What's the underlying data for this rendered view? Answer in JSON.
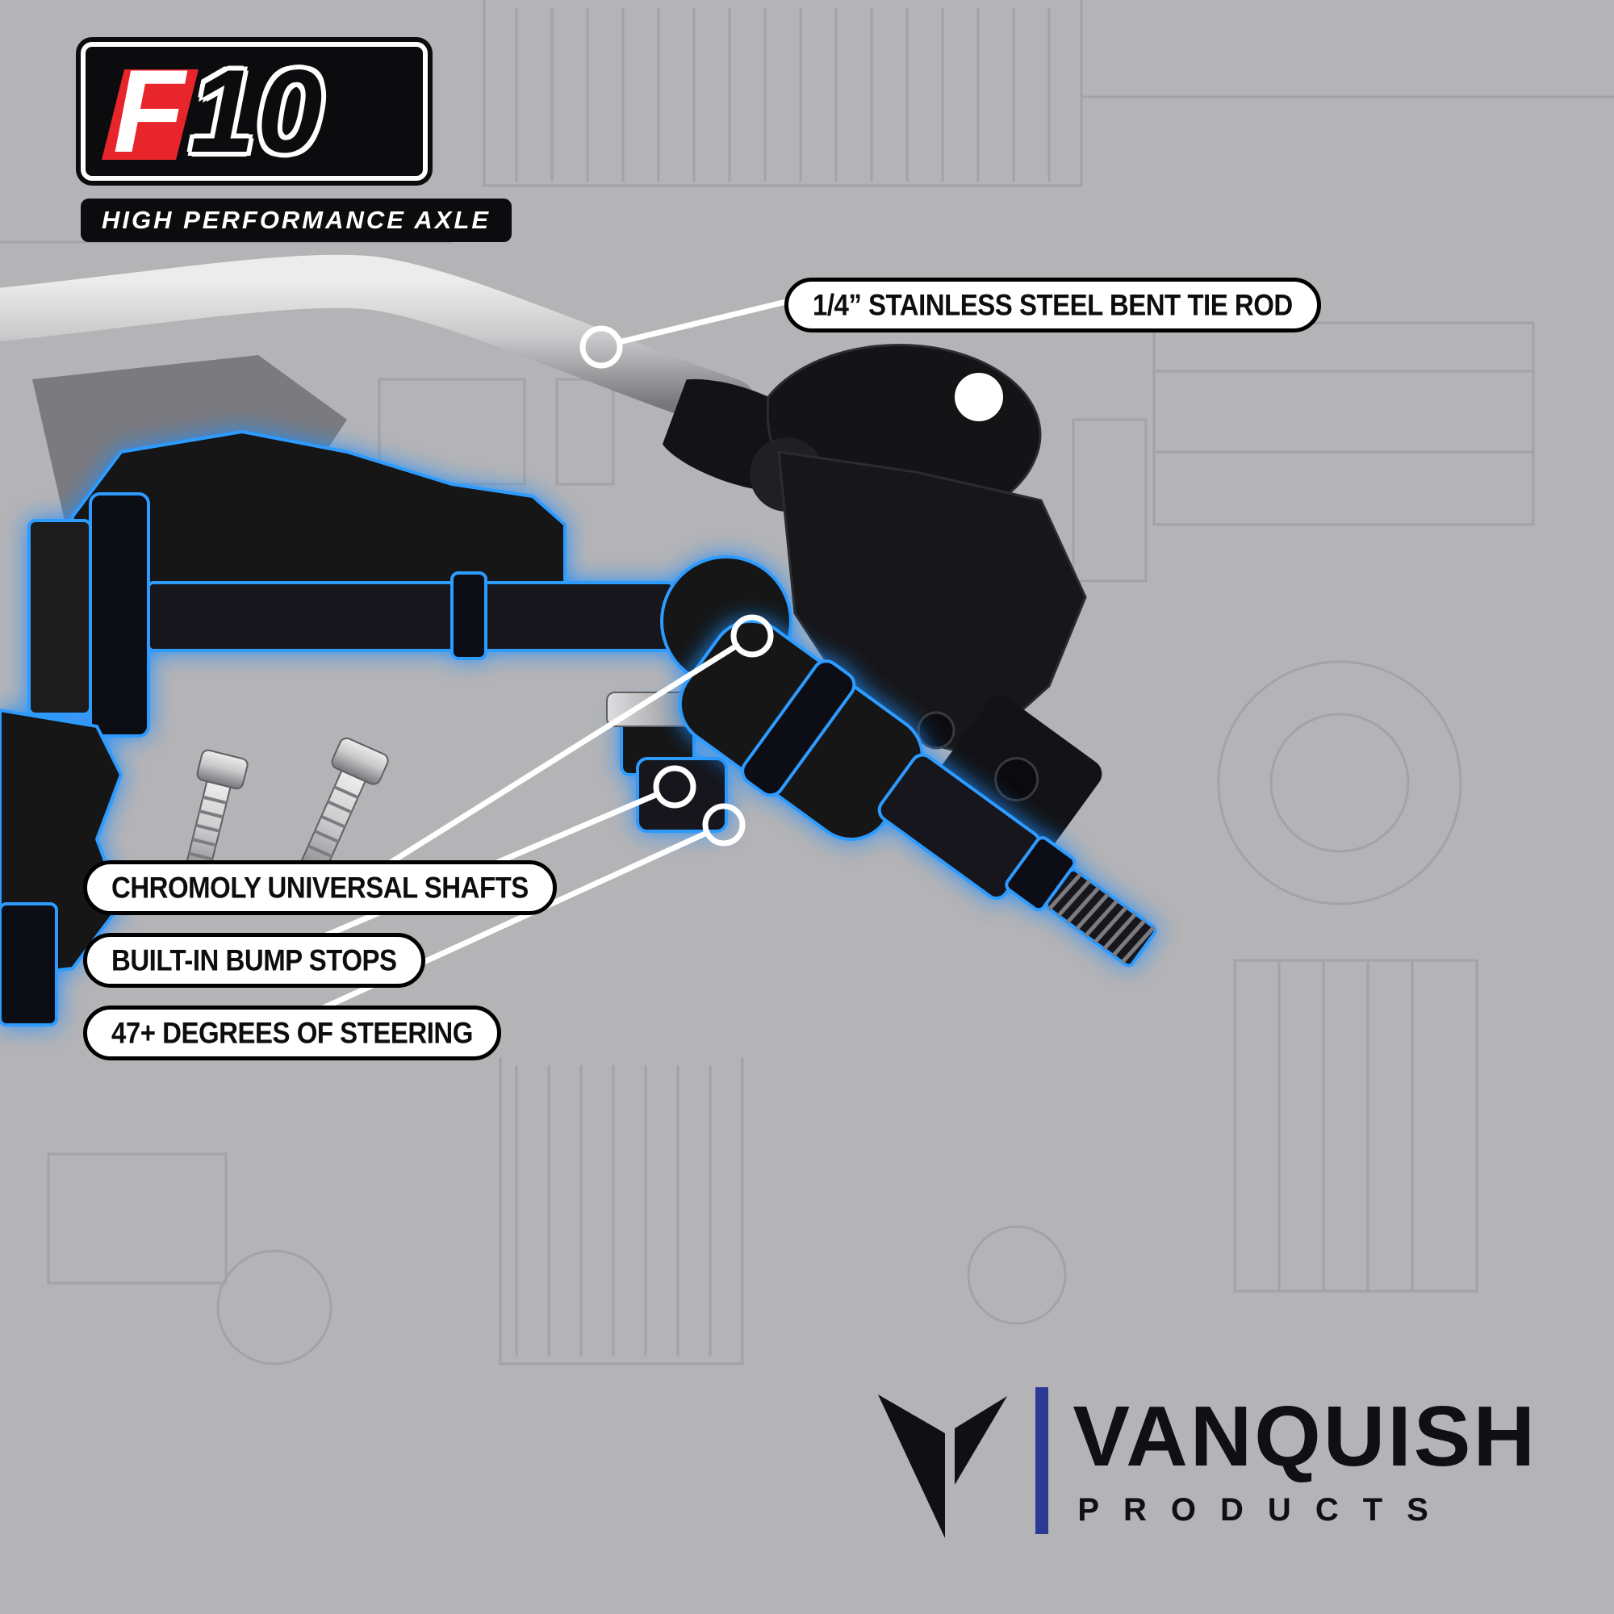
{
  "page": {
    "background_color": "#b4b3b6"
  },
  "logo": {
    "f": "F",
    "ten": "10",
    "tagline": "HIGH PERFORMANCE AXLE",
    "accent_color": "#e8252a"
  },
  "callouts": [
    {
      "label": "1/4” STAINLESS STEEL BENT TIE ROD"
    },
    {
      "label": "CHROMOLY UNIVERSAL SHAFTS"
    },
    {
      "label": "BUILT-IN BUMP STOPS"
    },
    {
      "label": "47+ DEGREES OF STEERING"
    }
  ],
  "brand": {
    "name": "VANQUISH",
    "division": "PRODUCTS",
    "mark_icon": "vanquish-chevron-icon",
    "accent_color": "#2b3a92"
  },
  "render": {
    "glow_color": "#1f8fff",
    "steel_color": "#c9c9cb",
    "body_color": "#141417"
  }
}
